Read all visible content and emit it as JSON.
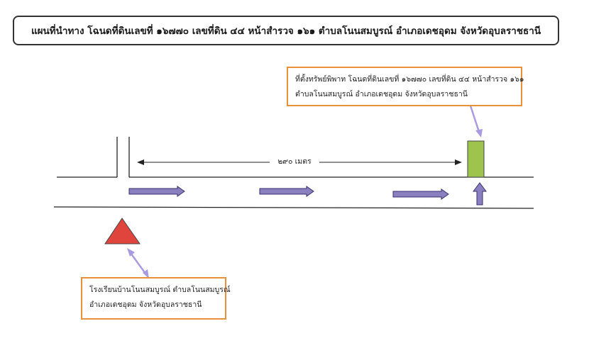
{
  "title": "แผนที่นำทาง โฉนดที่ดินเลขที่ ๑๖๗๗๐ เลขที่ดิน ๔๔ หน้าสำรวจ ๑๖๑ ตำบลโนนสมบูรณ์ อำเภอเดชอุดม จังหวัดอุบลราชธานี",
  "callout_top": {
    "line1": "ที่ตั้งทรัพย์พิพาท โฉนดที่ดินเลขที่ ๑๖๗๗๐ เลขที่ดิน ๔๔ หน้าสำรวจ ๑๖๑",
    "line2": "ตำบลโนนสมบูรณ์ อำเภอเดชอุดม จังหวัดอุบลราชธานี"
  },
  "callout_bottom": {
    "line1": "โรงเรียนบ้านโนนสมบูรณ์ ตำบลโนนสมบูรณ์",
    "line2": "อำเภอเดชอุดม จังหวัดอุบลราชธานี"
  },
  "distance_label": "๒๙๐ เมตร",
  "colors": {
    "callout_border": "#e8913a",
    "arrow_fill": "#8a7fbf",
    "arrow_stroke": "#3a2f6e",
    "plot_fill": "#9ec44e",
    "school_fill": "#e0453d",
    "pointer": "#a99be0"
  }
}
